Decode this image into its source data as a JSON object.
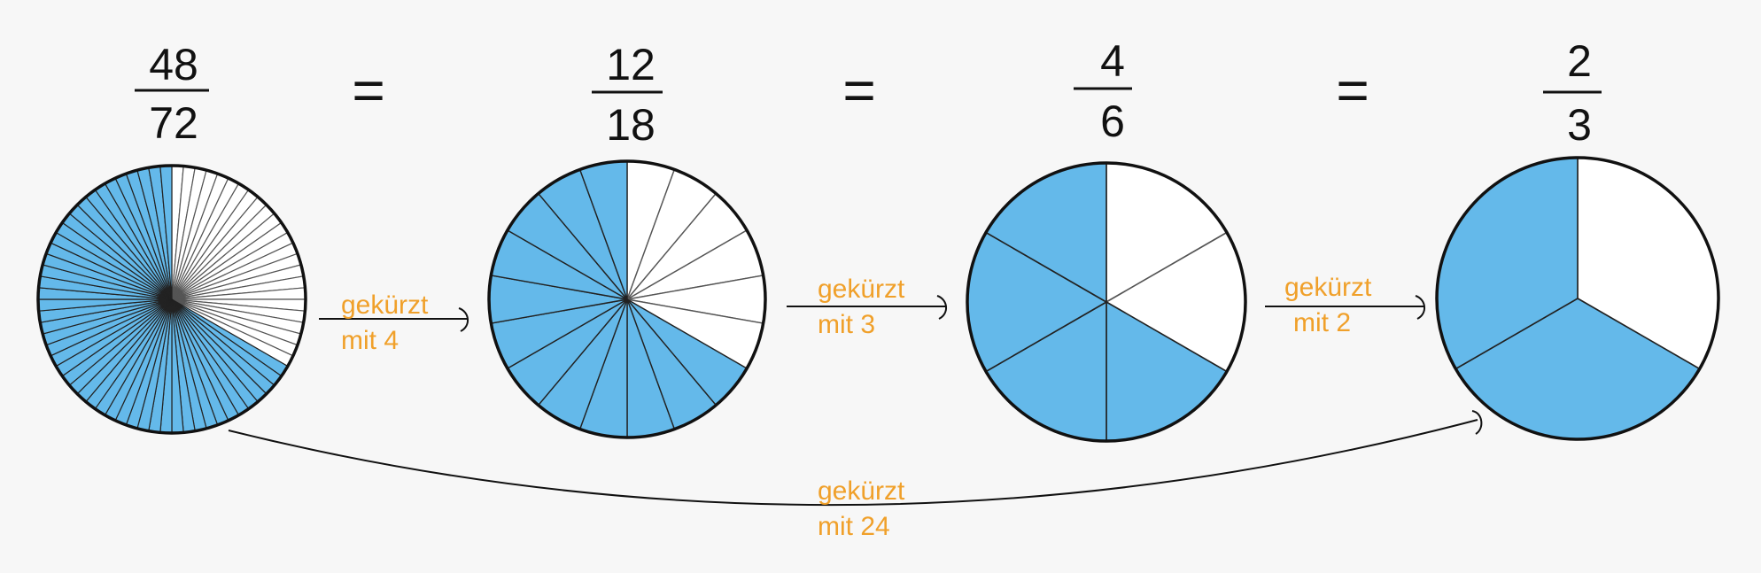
{
  "colors": {
    "filled": "#64b9ea",
    "empty": "#ffffff",
    "outline": "#111111",
    "label": "#f0a02a"
  },
  "fractions": [
    {
      "numerator": "48",
      "denominator": "72",
      "total": 72,
      "filled": 48
    },
    {
      "numerator": "12",
      "denominator": "18",
      "total": 18,
      "filled": 12
    },
    {
      "numerator": "4",
      "denominator": "6",
      "total": 6,
      "filled": 4
    },
    {
      "numerator": "2",
      "denominator": "3",
      "total": 3,
      "filled": 2
    }
  ],
  "equals_sign": "=",
  "reductions": [
    {
      "line1": "gekürzt",
      "line2": "mit 4"
    },
    {
      "line1": "gekürzt",
      "line2": "mit 3"
    },
    {
      "line1": "gekürzt",
      "line2": "mit 2"
    },
    {
      "line1": "gekürzt",
      "line2": "mit 24"
    }
  ]
}
